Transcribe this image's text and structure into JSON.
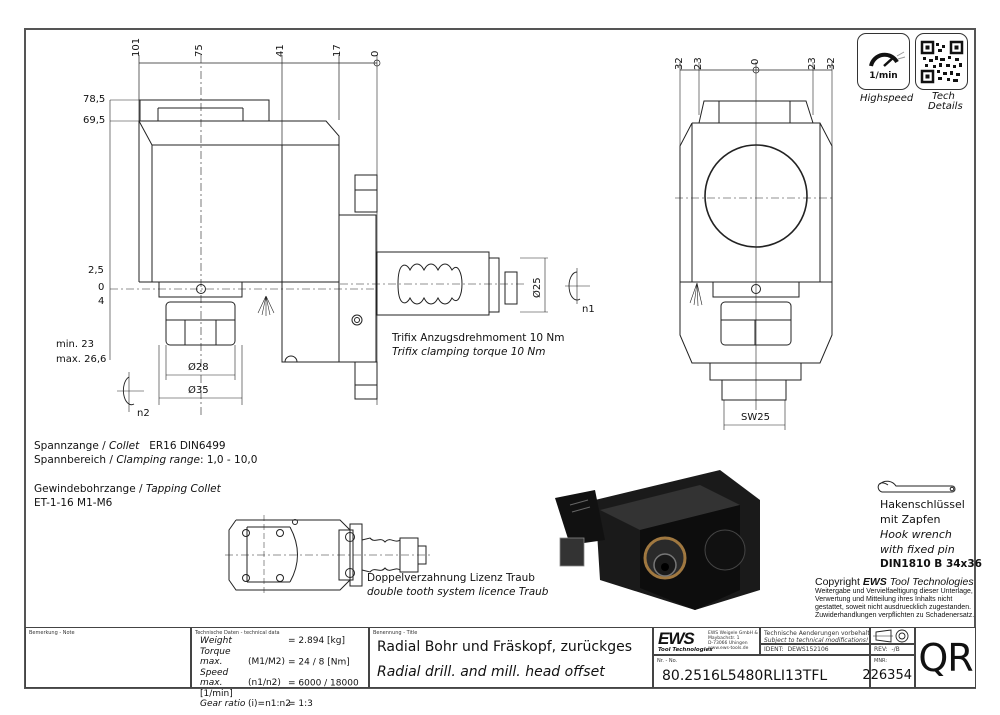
{
  "top_view": {
    "dims_x": [
      "101",
      "75",
      "41",
      "17",
      "0"
    ],
    "dims_y": [
      "78,5",
      "69,5",
      "2,5",
      "0",
      "4",
      "min. 23",
      "max. 26,6"
    ],
    "diameters": [
      "Ø28",
      "Ø35",
      "Ø25"
    ],
    "rotation_labels": [
      "n1",
      "n2"
    ],
    "trifix_de": "Trifix Anzugsdrehmoment  10 Nm",
    "trifix_en": "Trifix clamping torque  10 Nm"
  },
  "front_view": {
    "dims_x": [
      "32",
      "23",
      "0",
      "23",
      "32"
    ],
    "wrench_size": "SW25"
  },
  "badges": {
    "highspeed_label": "1/min",
    "highspeed_caption": "Highspeed",
    "tech_caption_1": "Tech",
    "tech_caption_2": "Details"
  },
  "specs": {
    "collet_de": "Spannzange / ",
    "collet_en": "Collet",
    "collet_val": "ER16    DIN6499",
    "range_de": "Spannbereich / ",
    "range_en": "Clamping range",
    "range_val": ": 1,0 - 10,0",
    "tap_de": "Gewindebohrzange / ",
    "tap_en": "Tapping Collet",
    "tap_val": "ET-1-16   M1-M6"
  },
  "side_view": {
    "note_de": "Doppelverzahnung Lizenz Traub",
    "note_en": "double tooth system licence Traub"
  },
  "wrench": {
    "line1": "Hakenschlüssel",
    "line2": "mit Zapfen",
    "line3": "Hook wrench",
    "line4": "with fixed pin",
    "line5": "DIN1810 B 34x36"
  },
  "copyright": {
    "prefix": "Copyright ",
    "brand": "EWS",
    "suffix": " Tool Technologies",
    "lines": [
      "Weitergabe und Vervielfaeltigung dieser Unterlage,",
      "Verwertung und Mitteilung ihres Inhalts nicht",
      "gestattet, soweit nicht ausdruecklich zugestanden.",
      "Zuwiderhandlungen verpflichten zu Schadenersatz."
    ]
  },
  "title_block": {
    "note_label": "Bemerkung - Note",
    "tech_label": "Technische Daten - technical data",
    "tech_rows": [
      {
        "name": "Weight",
        "param": "",
        "value": "=  2.894 [kg]"
      },
      {
        "name": "Torque max.",
        "param": "(M1/M2)",
        "value": "=  24 / 8 [Nm]"
      },
      {
        "name": "Speed max.",
        "param": "(n1/n2)",
        "value": "=  6000 / 18000 [1/min]"
      },
      {
        "name": "Gear ratio",
        "param": "(i)=n1:n2",
        "value": "=  1:3"
      }
    ],
    "title_label": "Benennung - Title",
    "title_de": "Radial Bohr und Fräskopf, zurückges",
    "title_en": "Radial drill. and mill. head offset",
    "logo_text": "EWS",
    "logo_sub": "Tool Technologies",
    "company_lines": [
      "EWS Weigele GmbH & Co. KG",
      "Maybachstr. 1",
      "D-73066 Uhingen",
      "www.ews-tools.de"
    ],
    "changes_de": "Technische Aenderungen vorbehalten!",
    "changes_en": "Subject to technical modifications!",
    "ident_label": "IDENT:",
    "ident_value": "DEWS152106",
    "rev_label": "REV:",
    "rev_value": "-/B",
    "nr_label": "Nr. - No.",
    "part_number": "80.2516L5480RLI13TFL",
    "mnr_label": "MNR:",
    "mnr_value": "226354",
    "qr_text": "QR"
  }
}
